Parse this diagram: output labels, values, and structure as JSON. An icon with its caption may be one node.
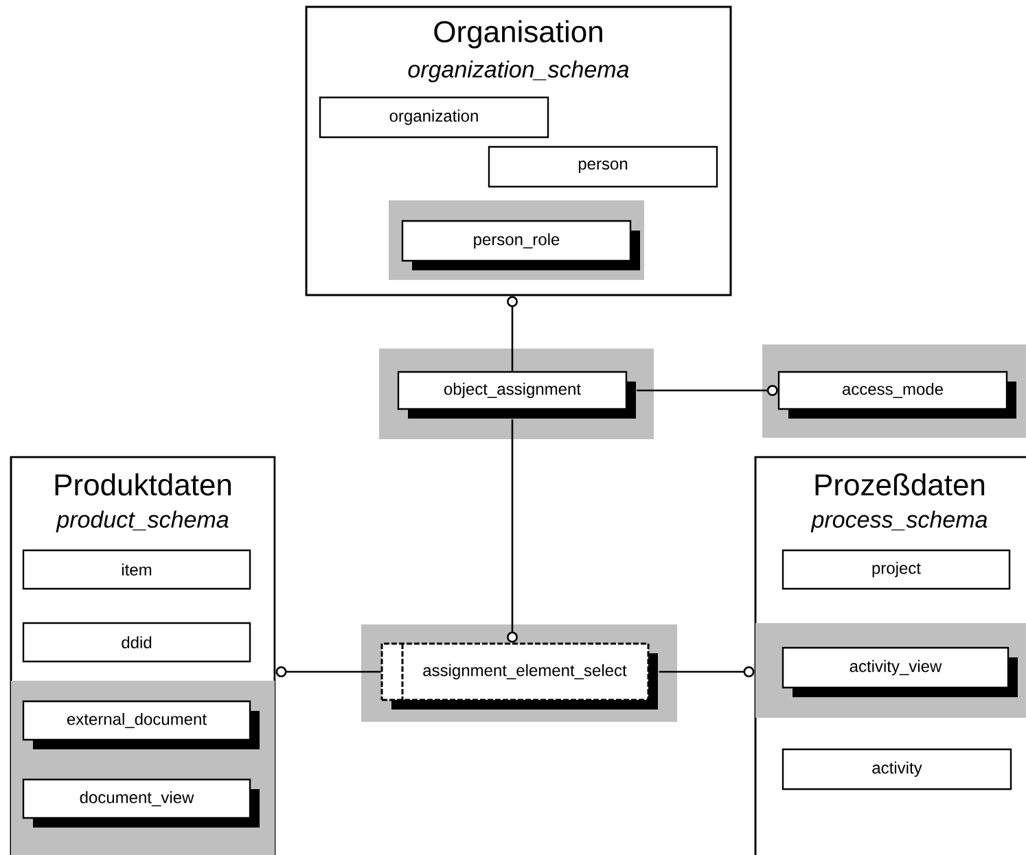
{
  "diagram": {
    "nodes": [
      {
        "text": [
          "Organisation",
          "organization_schema"
        ]
      },
      {
        "text": [
          "organization"
        ],
        "in": 0
      },
      {
        "text": [
          "person"
        ],
        "in": 0
      },
      {
        "text": [
          "person_role"
        ],
        "in": 0
      },
      {
        "text": [
          "object_assignment"
        ]
      },
      {
        "text": [
          "access_mode"
        ]
      },
      {
        "text": [
          "Produktdaten",
          "product_schema"
        ]
      },
      {
        "text": [
          "item"
        ],
        "in": 6
      },
      {
        "text": [
          "ddid"
        ],
        "in": 6
      },
      {
        "text": [
          "external_document"
        ],
        "in": 6
      },
      {
        "text": [
          "document_view"
        ],
        "in": 6
      },
      {
        "text": [
          "assignment_element_select"
        ]
      },
      {
        "text": [
          "Prozeßdaten",
          "process_schema"
        ]
      },
      {
        "text": [
          "project"
        ],
        "in": 12
      },
      {
        "text": [
          "activity_view"
        ],
        "in": 12
      },
      {
        "text": [
          "activity"
        ],
        "in": 12
      }
    ],
    "edges": [
      {
        "from": 4,
        "to": 0,
        "arrow": "other"
      },
      {
        "from": 4,
        "to": 5,
        "arrow": "other"
      },
      {
        "from": 4,
        "to": 11,
        "arrow": "other"
      },
      {
        "from": 11,
        "to": 6,
        "arrow": "other"
      },
      {
        "from": 11,
        "to": 12,
        "arrow": "other"
      }
    ]
  }
}
